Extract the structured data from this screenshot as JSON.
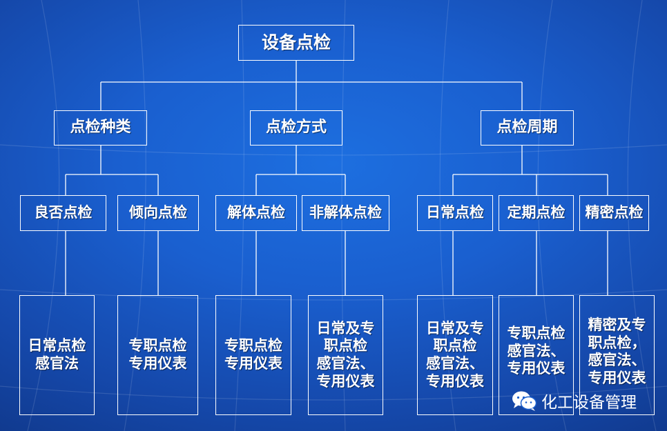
{
  "root": {
    "label": "设备点检"
  },
  "categories": [
    {
      "label": "点检种类",
      "children": [
        {
          "label": "良否点检",
          "method": "日常点检\n感官法"
        },
        {
          "label": "倾向点检",
          "method": "专职点检\n专用仪表"
        }
      ]
    },
    {
      "label": "点检方式",
      "children": [
        {
          "label": "解体点检",
          "method": "专职点检\n专用仪表"
        },
        {
          "label": "非解体点检",
          "method": "日常及专\n职点检\n感官法、\n专用仪表"
        }
      ]
    },
    {
      "label": "点检周期",
      "children": [
        {
          "label": "日常点检",
          "method": "日常及专\n职点检\n感官法、\n专用仪表"
        },
        {
          "label": "定期点检",
          "method": "专职点检\n感官法、\n专用仪表"
        },
        {
          "label": "精密点检",
          "method": "精密及专\n职点检，\n感官法、\n专用仪表"
        }
      ]
    }
  ],
  "watermark": {
    "text": "化工设备管理",
    "icon": "wechat-icon"
  },
  "colors": {
    "line": "#ffffff",
    "text": "#ffffff",
    "background": "#1a5fcf"
  }
}
